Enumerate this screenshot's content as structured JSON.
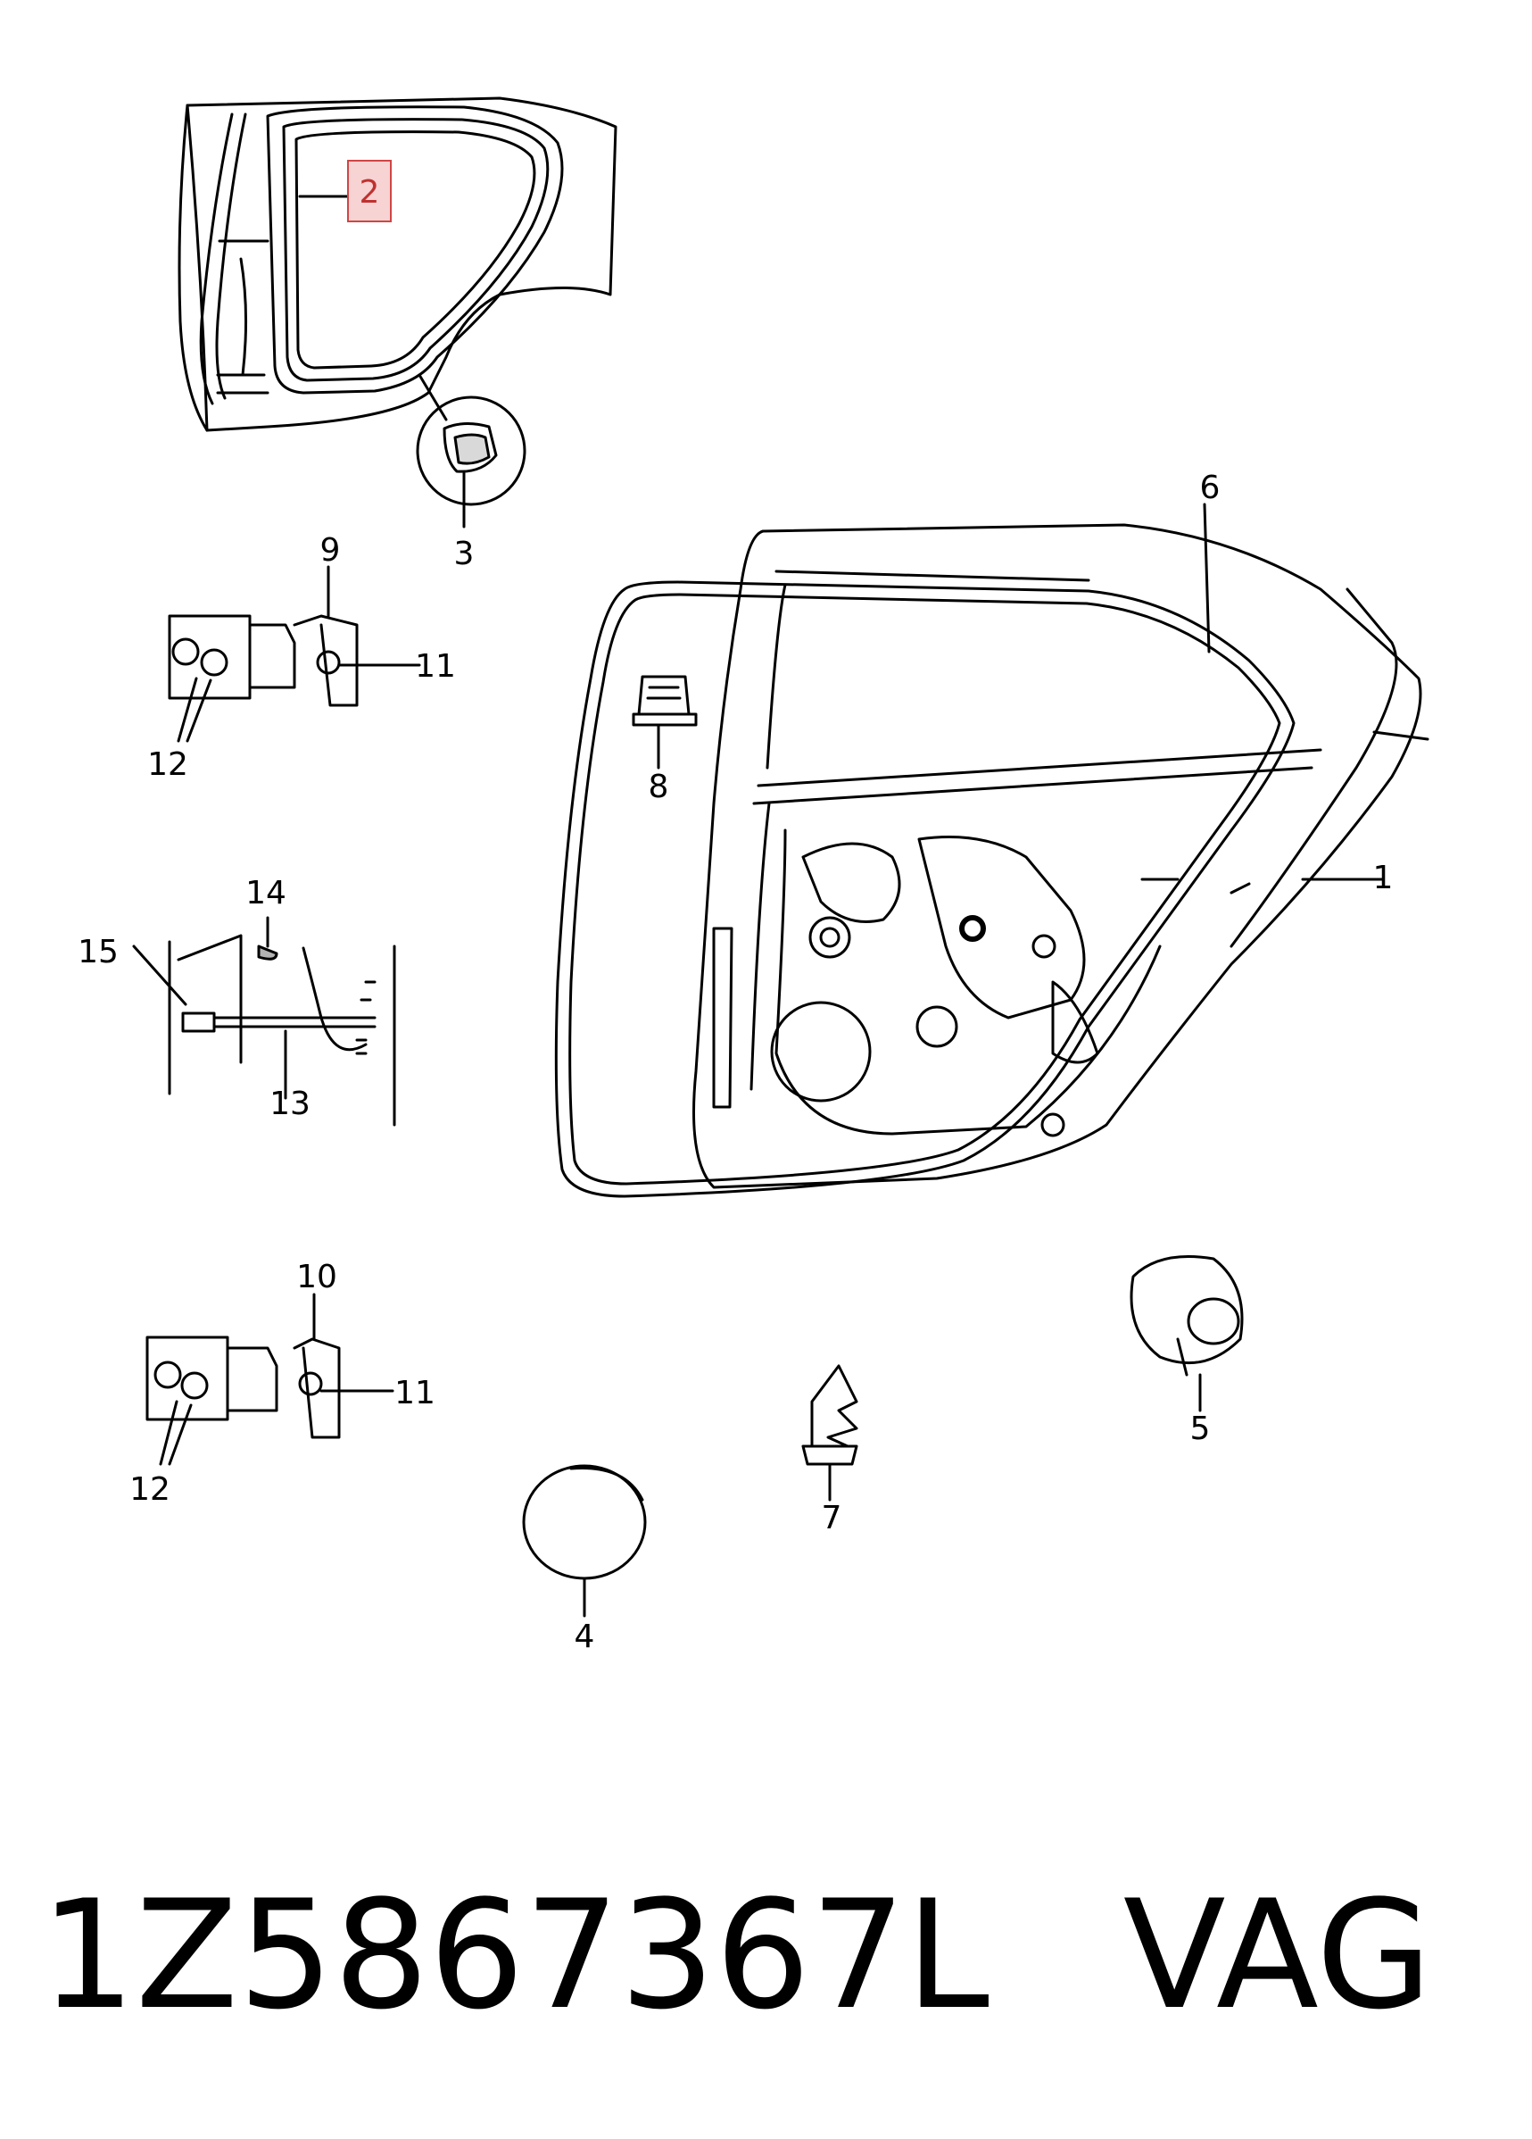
{
  "diagram": {
    "callouts": {
      "c1": "1",
      "c2": "2",
      "c3": "3",
      "c4": "4",
      "c5": "5",
      "c6": "6",
      "c7": "7",
      "c8": "8",
      "c9": "9",
      "c10": "10",
      "c11a": "11",
      "c11b": "11",
      "c12a": "12",
      "c12b": "12",
      "c13": "13",
      "c14": "14",
      "c15": "15"
    },
    "highlighted_callout": "2",
    "colors": {
      "line": "#000000",
      "highlight_fill": "#f7d3d3",
      "highlight_stroke": "#d04545",
      "highlight_text": "#c03030",
      "background": "#ffffff"
    }
  },
  "footer": {
    "part_number": "1Z5867367L",
    "brand": "VAG"
  }
}
